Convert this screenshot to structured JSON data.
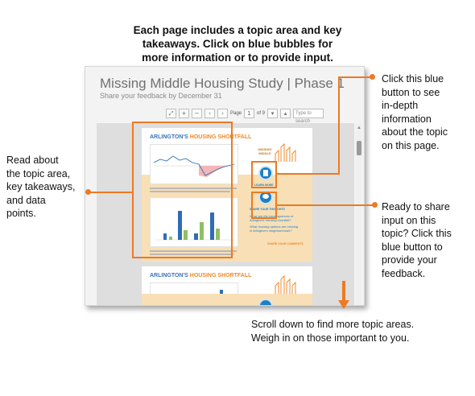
{
  "headline": {
    "line1": "Each page includes a topic area and key",
    "line2": "takeaways. Click on blue bubbles for",
    "line3": "more information or to provide input."
  },
  "callouts": {
    "left": [
      "Read about",
      "the topic area,",
      "key takeaways,",
      "and data",
      "points."
    ],
    "right_info": [
      "Click this blue",
      "button to see",
      "in-depth",
      "information",
      "about the topic",
      "on this page."
    ],
    "right_input": [
      "Ready to share",
      "input on this",
      "topic? Click this",
      "blue button to",
      "provide your",
      "feedback."
    ],
    "bottom": [
      "Scroll down to find more topic areas.",
      "Weigh in on those important to you."
    ]
  },
  "window": {
    "title": "Missing Middle Housing Study | Phase 1",
    "subtitle": "Share your feedback by December 31"
  },
  "toolbar": {
    "fullscreen_icon": "expand-icon",
    "zoom_in": "+",
    "zoom_out": "−",
    "prev": "‹",
    "next": "›",
    "page_label": "Page",
    "page_value": "1",
    "page_total": "of 9",
    "search_placeholder": "Type to search"
  },
  "pages": [
    {
      "title_a": "ARLINGTON'S ",
      "title_b": "HOUSING SHORTFALL",
      "side_label": "MISSING MIDDLE",
      "info_caption": "LEARN MORE",
      "input_caption": "SHARE YOUR THOUGHTS",
      "question1": "What are the consequences of",
      "question1b": "Arlington's housing shortfall?",
      "question2": "What housing options are missing",
      "question2b": "in Arlington's neighborhoods?",
      "share_label": "SHARE YOUR COMMENTS"
    },
    {
      "title_a": "ARLINGTON'S ",
      "title_b": "HOUSING SHORTFALL"
    }
  ],
  "colors": {
    "accent_orange": "#ec7a22",
    "bubble_blue": "#1e7fc4",
    "band": "#f8dfb6"
  }
}
